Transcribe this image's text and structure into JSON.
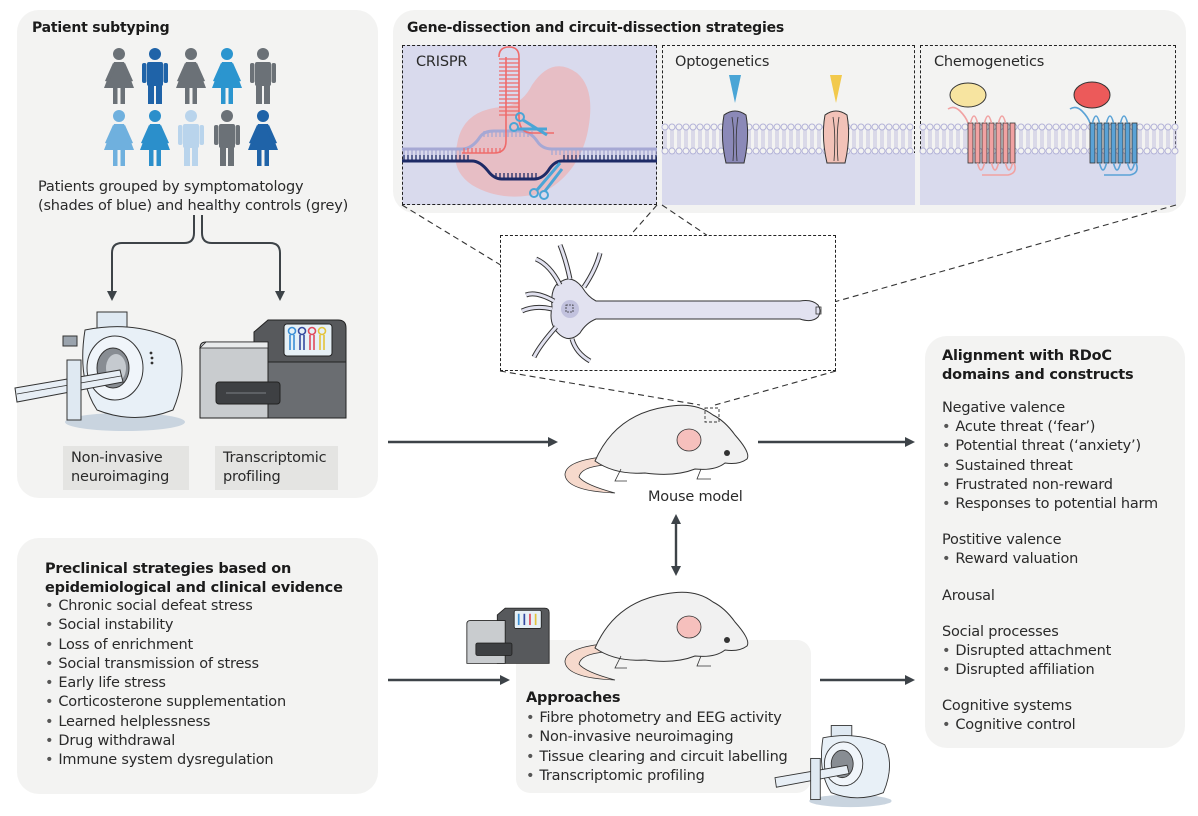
{
  "patient_subtyping": {
    "title": "Patient subtyping",
    "people": [
      {
        "sex": "female",
        "color": "#6b7177"
      },
      {
        "sex": "male",
        "color": "#1f63a8"
      },
      {
        "sex": "female",
        "color": "#6b7177"
      },
      {
        "sex": "female",
        "color": "#2b95cf"
      },
      {
        "sex": "male",
        "color": "#6b7177"
      },
      {
        "sex": "female",
        "color": "#6fb0de"
      },
      {
        "sex": "female",
        "color": "#2b8fcb"
      },
      {
        "sex": "male",
        "color": "#b9d4ec"
      },
      {
        "sex": "male",
        "color": "#6b7177"
      },
      {
        "sex": "female",
        "color": "#1f63a8"
      }
    ],
    "caption_line1": "Patients grouped by symptomatology",
    "caption_line2": "(shades of blue) and healthy controls (grey)",
    "neuroimaging_label_line1": "Non-invasive",
    "neuroimaging_label_line2": "neuroimaging",
    "transcriptomic_label_line1": "Transcriptomic",
    "transcriptomic_label_line2": "profiling"
  },
  "gene_dissection": {
    "title": "Gene-dissection and circuit-dissection strategies",
    "panels": [
      {
        "label": "CRISPR"
      },
      {
        "label": "Optogenetics"
      },
      {
        "label": "Chemogenetics"
      }
    ]
  },
  "mouse_model": {
    "label": "Mouse model"
  },
  "rdoc": {
    "title_line1": "Alignment with RDoC",
    "title_line2": "domains and constructs",
    "groups": [
      {
        "heading": "Negative valence",
        "items": [
          "Acute threat (‘fear’)",
          "Potential threat (‘anxiety’)",
          "Sustained threat",
          "Frustrated non-reward",
          "Responses to potential harm"
        ]
      },
      {
        "heading": "Postitive valence",
        "items": [
          "Reward valuation"
        ]
      },
      {
        "heading": "Arousal",
        "items": []
      },
      {
        "heading": "Social processes",
        "items": [
          "Disrupted attachment",
          "Disrupted affiliation"
        ]
      },
      {
        "heading": "Cognitive systems",
        "items": [
          "Cognitive control"
        ]
      }
    ]
  },
  "preclinical": {
    "title_line1": "Preclinical strategies based on",
    "title_line2": "epidemiological and clinical evidence",
    "items": [
      "Chronic social defeat stress",
      "Social instability",
      "Loss of enrichment",
      "Social transmission of stress",
      "Early life stress",
      "Corticosterone supplementation",
      "Learned helplessness",
      "Drug withdrawal",
      "Immune system dysregulation"
    ]
  },
  "approaches": {
    "title": "Approaches",
    "items": [
      "Fibre photometry and EEG activity",
      "Non-invasive neuroimaging",
      "Tissue clearing and circuit labelling",
      "Transcriptomic profiling"
    ]
  },
  "colors": {
    "panel_bg": "#f3f3f2",
    "arrow": "#3d4348",
    "membrane": "#b9b8de",
    "crispr_bg": "#d8d9ec",
    "cas9": "#efb6b8",
    "guide_rna": "#ef6b6b",
    "dna_dark": "#1d2a66",
    "scissors": "#4aa5d6"
  }
}
